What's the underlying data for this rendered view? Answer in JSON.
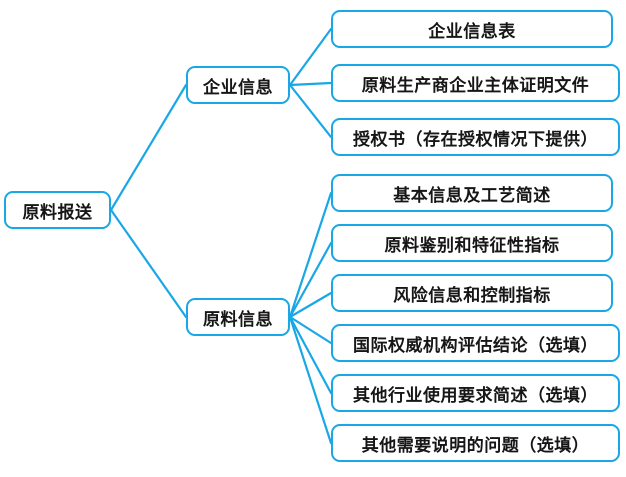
{
  "diagram": {
    "title": "原料报送",
    "type": "mind-map",
    "accent_color": "#19A7E5",
    "text_color": "#161616",
    "background_color": "#FFFFFF",
    "root": {
      "label": "原料报送"
    },
    "branches": [
      {
        "label": "企业信息",
        "children": [
          {
            "label": "企业信息表"
          },
          {
            "label": "原料生产商企业主体证明文件"
          },
          {
            "label": "授权书（存在授权情况下提供）"
          }
        ]
      },
      {
        "label": "原料信息",
        "children": [
          {
            "label": "基本信息及工艺简述"
          },
          {
            "label": "原料鉴别和特征性指标"
          },
          {
            "label": "风险信息和控制指标"
          },
          {
            "label": "国际权威机构评估结论（选填）"
          },
          {
            "label": "其他行业使用要求简述（选填）"
          },
          {
            "label": "其他需要说明的问题（选填）"
          }
        ]
      }
    ]
  }
}
